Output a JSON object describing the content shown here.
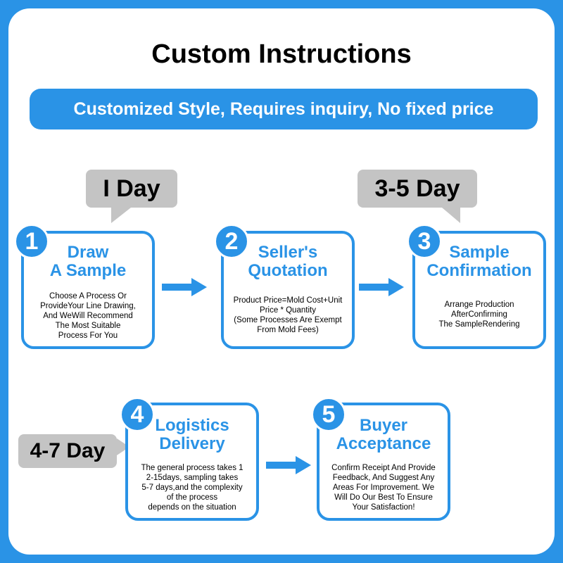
{
  "title": "Custom Instructions",
  "banner": "Customized Style, Requires inquiry, No fixed price",
  "durations": {
    "d1": "I Day",
    "d2": "3-5 Day",
    "d3": "4-7 Day"
  },
  "steps": [
    {
      "num": "1",
      "title1": "Draw",
      "title2": "A Sample",
      "desc": [
        "Choose A Process Or",
        "ProvideYour Line Drawing,",
        "And WeWill Recommend",
        "The Most Suitable",
        "Process For You"
      ]
    },
    {
      "num": "2",
      "title1": "Seller's",
      "title2": "Quotation",
      "desc": [
        "Product Price=Mold Cost+Unit",
        "Price * Quantity",
        "(Some Processes Are Exempt",
        "From Mold Fees)"
      ]
    },
    {
      "num": "3",
      "title1": "Sample",
      "title2": "Confirmation",
      "desc": [
        "Arrange Production",
        "AfterConfirming",
        "The SampleRendering"
      ]
    },
    {
      "num": "4",
      "title1": "Logistics",
      "title2": "Delivery",
      "desc": [
        "The general process takes 1",
        "2-15days, sampling takes",
        "5-7 days,and the complexity",
        "of the process",
        "depends on the situation"
      ]
    },
    {
      "num": "5",
      "title1": "Buyer",
      "title2": "Acceptance",
      "desc": [
        "Confirm Receipt And Provide",
        "Feedback, And Suggest Any",
        "Areas For Improvement. We",
        "Will Do Our Best To Ensure",
        "Your Satisfaction!"
      ]
    }
  ],
  "colors": {
    "accent": "#2a93e6",
    "bubble": "#c4c4c4"
  },
  "icons": [
    "arrow-right-icon"
  ]
}
